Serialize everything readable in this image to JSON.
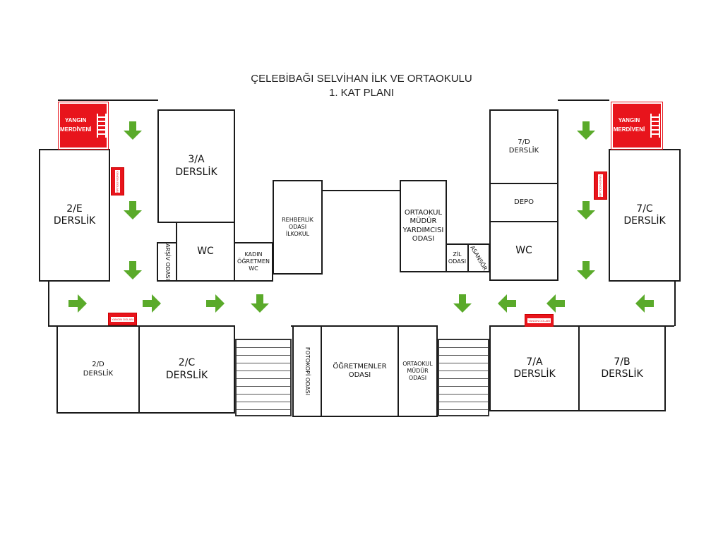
{
  "title": {
    "line1": "ÇELEBİBAĞI SELVİHAN İLK VE ORTAOKULU",
    "line2": "1. KAT PLANI"
  },
  "fire_escape": {
    "label": "YANGIN\nMERDİVENİ"
  },
  "extinguisher": {
    "label": "YANGIN DOLABI"
  },
  "rooms": {
    "r2e": "2/E\nDERSLİK",
    "r3a": "3/A\nDERSLİK",
    "arsiv": "ARŞİV ODASI",
    "wc_left": "WC",
    "kadin_wc": "KADIN\nÖĞRETMEN\nWC",
    "rehberlik": "REHBERLİK\nODASI\nİLKOKUL",
    "mudur_yrd": "ORTAOKUL\nMÜDÜR\nYARDIMCISI\nODASI",
    "zil": "ZİL\nODASI",
    "asansor": "ASANSÖR",
    "r7d": "7/D\nDERSLİK",
    "depo": "DEPO",
    "wc_right": "WC",
    "r7c": "7/C\nDERSLİK",
    "r2d": "2/D\nDERSLİK",
    "r2c": "2/C\nDERSLİK",
    "fotokopi": "FOTOKOPİ\nODASI",
    "ogretmenler": "ÖĞRETMENLER\nODASI",
    "mudur": "ORTAOKUL\nMÜDÜR\nODASI",
    "r7a": "7/A\nDERSLİK",
    "r7b": "7/B\nDERSLİK"
  },
  "colors": {
    "arrow": "#5aaa2a",
    "fire": "#e8141c"
  }
}
